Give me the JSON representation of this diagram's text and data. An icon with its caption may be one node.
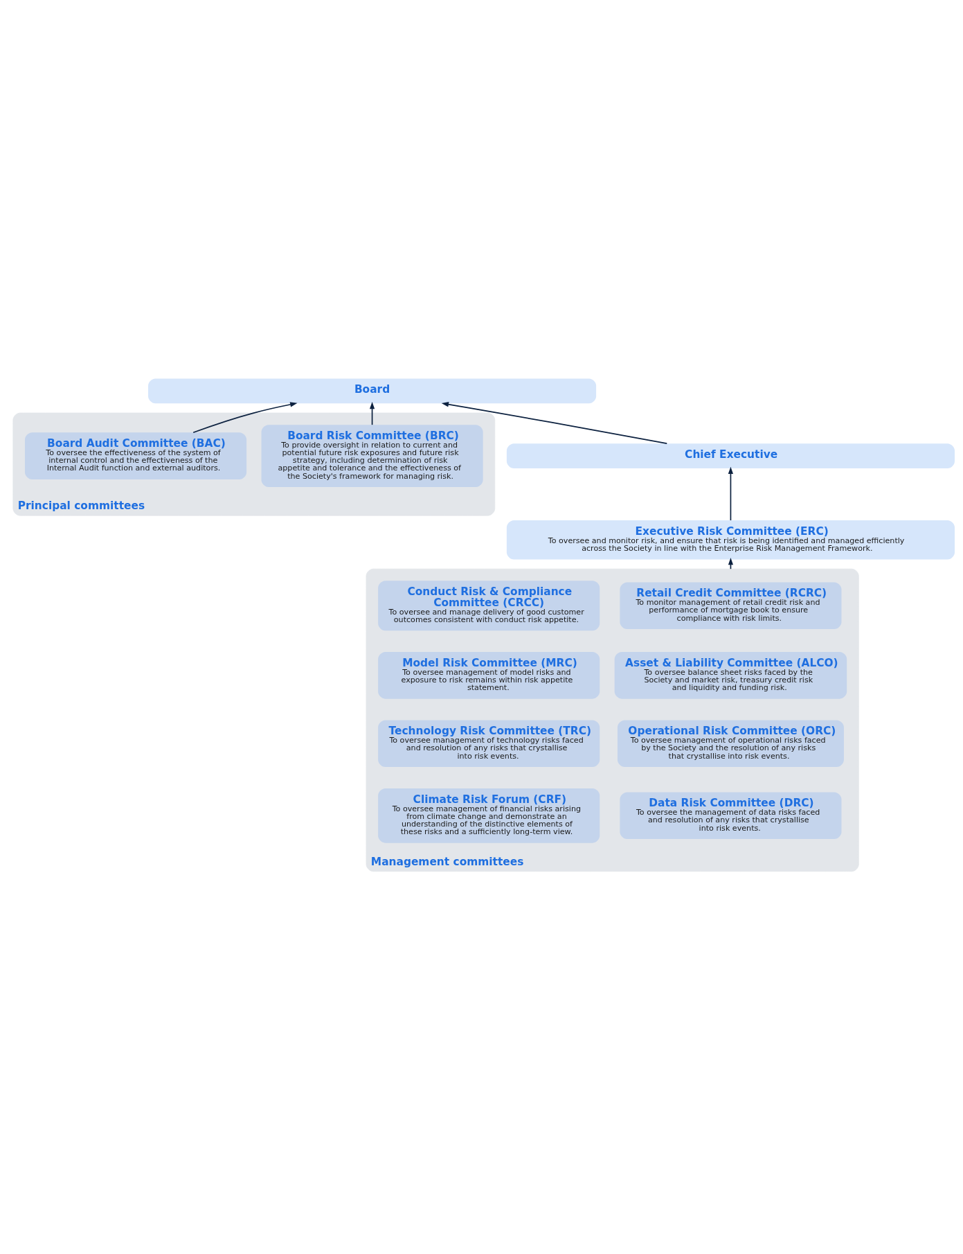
{
  "diagram": {
    "nodes": [
      {
        "text": [
          "Board"
        ]
      },
      {
        "text": [
          "Principal committees"
        ]
      },
      {
        "text": [
          "Board Risk Committee (BRC)",
          "To provide oversight in relation to current and potential future risk exposures and future risk strategy, including determination of risk appetite and tolerance and the effectiveness of the Society's framework for managing risk."
        ],
        "in": 1
      },
      {
        "text": [
          "Board Audit Committee (BAC)",
          "To oversee the effectiveness of the system of internal control and the effectiveness of the Internal Audit function and external auditors."
        ],
        "in": 1
      },
      {
        "text": [
          "Chief Executive"
        ]
      },
      {
        "text": [
          "Executive Risk Committee (ERC)",
          "To oversee and monitor risk, and ensure that risk is being identified and managed efficiently across the Society in line with the Enterprise Risk Management Framework."
        ]
      },
      {
        "text": [
          "Management committees"
        ]
      },
      {
        "text": [
          "Retail Credit Committee (RCRC)",
          "To monitor management of retail credit risk and performance of mortgage book to ensure compliance with risk limits."
        ],
        "in": 6
      },
      {
        "text": [
          "Conduct Risk & Compliance Committee (CRCC)",
          "To oversee and manage delivery of good customer outcomes consistent with conduct risk appetite."
        ],
        "in": 6
      },
      {
        "text": [
          "Asset & Liability Committee (ALCO)",
          "To oversee balance sheet risks faced by the Society and market risk, treasury credit risk and liquidity and funding risk."
        ],
        "in": 6
      },
      {
        "text": [
          "Model Risk Committee (MRC)",
          "To oversee management of model risks and exposure to risk remains within risk appetite statement."
        ],
        "in": 6
      },
      {
        "text": [
          "Operational Risk Committee (ORC)",
          "To oversee management of operational risks faced by the Society and the resolution of any risks that crystallise into risk events."
        ],
        "in": 6
      },
      {
        "text": [
          "Technology Risk Committee (TRC)",
          "To oversee management of technology risks faced and resolution of any risks that crystallise into risk events."
        ],
        "in": 6
      },
      {
        "text": [
          "Data Risk Committee (DRC)",
          "To oversee the management of data risks faced and resolution of any risks that crystallise into risk events."
        ],
        "in": 6
      },
      {
        "text": [
          "Climate Risk Forum (CRF)",
          "To oversee management of financial risks arising from climate change and demonstrate an understanding of the distinctive elements of these risks and a sufficiently long-term view."
        ],
        "in": 6
      }
    ],
    "edges": [
      {
        "from": 2,
        "to": 0,
        "arrow": "to"
      },
      {
        "from": 4,
        "to": 0,
        "arrow": "to"
      },
      {
        "from": 3,
        "to": 0,
        "arrow": "to"
      },
      {
        "from": 5,
        "to": 4,
        "arrow": "to"
      },
      {
        "from": 6,
        "to": 5,
        "arrow": "to"
      }
    ]
  }
}
